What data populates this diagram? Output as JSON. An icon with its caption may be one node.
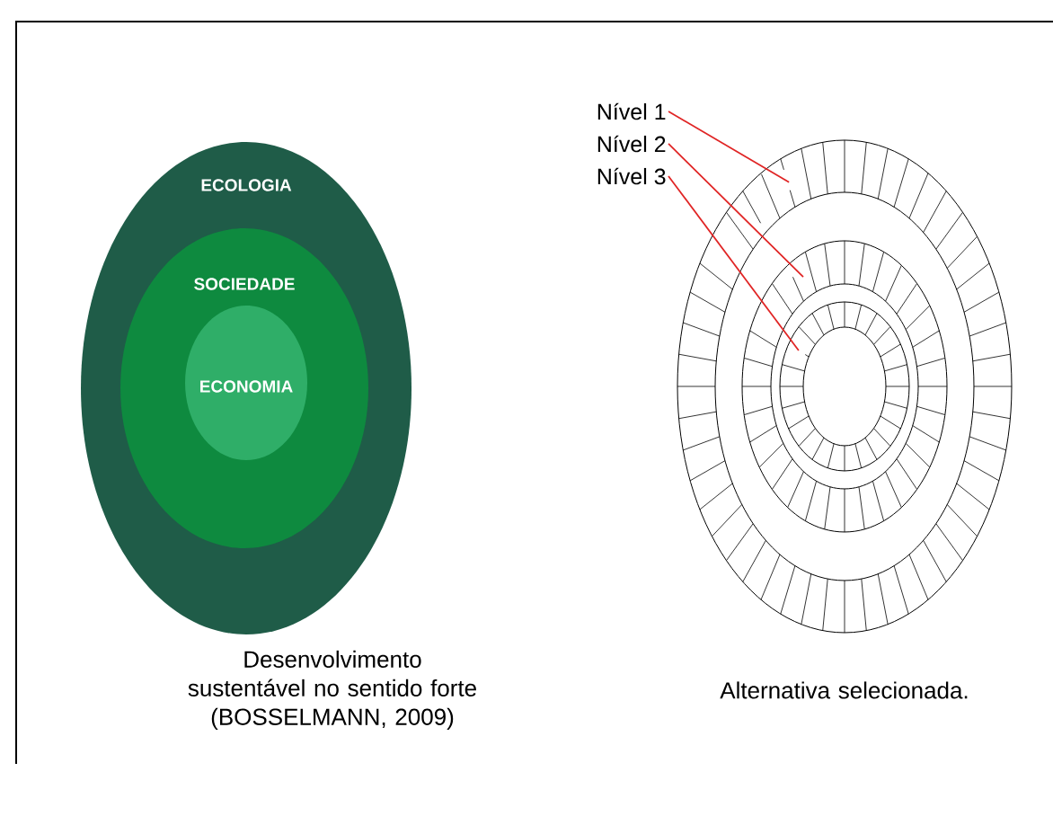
{
  "diagram": {
    "nodes": [
      {
        "text": [
          "ECOLOGIA"
        ]
      },
      {
        "text": [
          "SOCIEDADE"
        ],
        "in": 0
      },
      {
        "text": [
          "ECONOMIA"
        ],
        "in": 1
      },
      {
        "text": [
          "Nível 1"
        ]
      },
      {
        "text": [
          "Nível 2"
        ]
      },
      {
        "text": [
          "Nível 3"
        ]
      },
      {
        "text": [],
        "shape": "ring"
      },
      {
        "text": [],
        "shape": "ring",
        "in": 6
      },
      {
        "text": [],
        "shape": "ring",
        "in": 7
      }
    ],
    "edges": [
      {
        "from": 3,
        "to": 6,
        "arrow": "none",
        "color": "#e02525"
      },
      {
        "from": 4,
        "to": 7,
        "arrow": "none",
        "color": "#e02525"
      },
      {
        "from": 5,
        "to": 8,
        "arrow": "none",
        "color": "#e02525"
      }
    ],
    "labels": [
      "Desenvolvimento sustentável no sentido forte (BOSSELMANN, 2009)",
      "Alternativa selecionada."
    ]
  }
}
